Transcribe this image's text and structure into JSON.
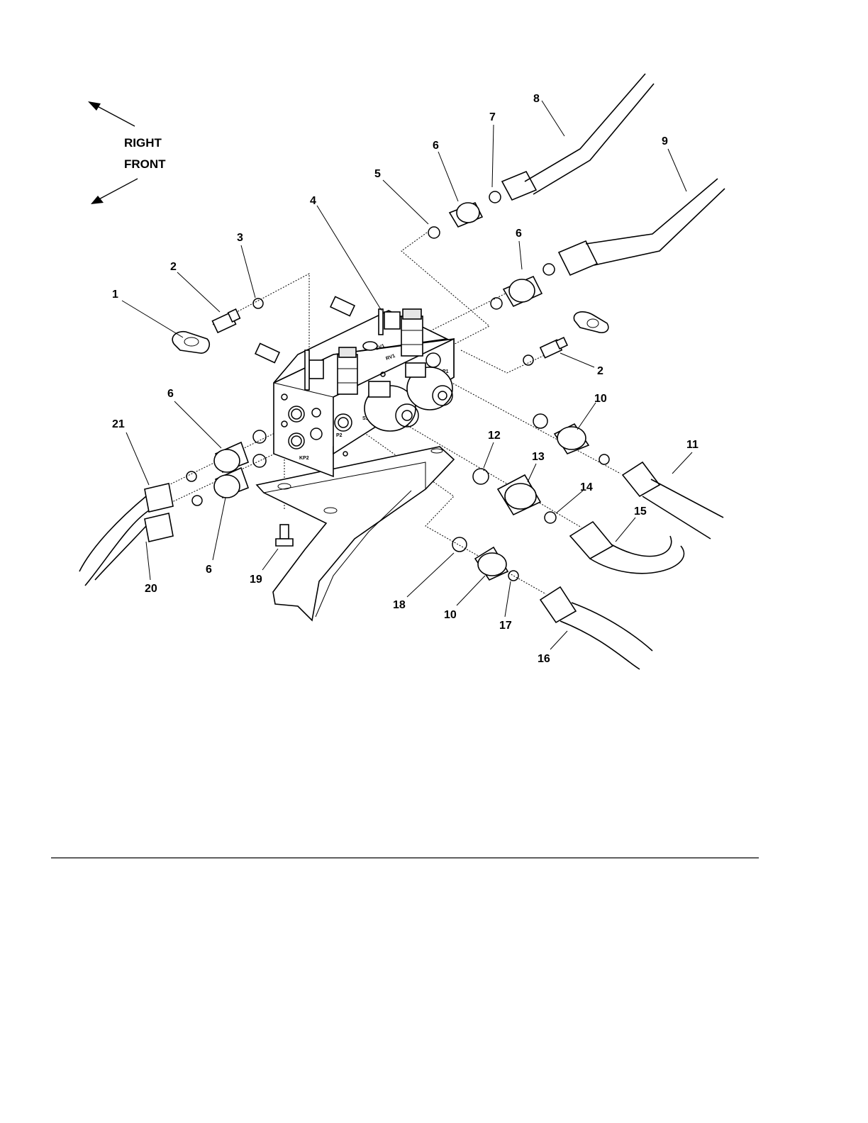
{
  "directions": {
    "right": "RIGHT",
    "front": "FRONT"
  },
  "callouts": [
    {
      "id": "c1",
      "text": "1"
    },
    {
      "id": "c2a",
      "text": "2"
    },
    {
      "id": "c2b",
      "text": "2"
    },
    {
      "id": "c3",
      "text": "3"
    },
    {
      "id": "c4",
      "text": "4"
    },
    {
      "id": "c5",
      "text": "5"
    },
    {
      "id": "c6a",
      "text": "6"
    },
    {
      "id": "c6b",
      "text": "6"
    },
    {
      "id": "c6c",
      "text": "6"
    },
    {
      "id": "c6d",
      "text": "6"
    },
    {
      "id": "c7",
      "text": "7"
    },
    {
      "id": "c8",
      "text": "8"
    },
    {
      "id": "c9",
      "text": "9"
    },
    {
      "id": "c10a",
      "text": "10"
    },
    {
      "id": "c10b",
      "text": "10"
    },
    {
      "id": "c11",
      "text": "11"
    },
    {
      "id": "c12",
      "text": "12"
    },
    {
      "id": "c13",
      "text": "13"
    },
    {
      "id": "c14",
      "text": "14"
    },
    {
      "id": "c15",
      "text": "15"
    },
    {
      "id": "c16",
      "text": "16"
    },
    {
      "id": "c17",
      "text": "17"
    },
    {
      "id": "c18",
      "text": "18"
    },
    {
      "id": "c19",
      "text": "19"
    },
    {
      "id": "c20",
      "text": "20"
    },
    {
      "id": "c21",
      "text": "21"
    }
  ],
  "manifold_marks": {
    "cv1": "CV1",
    "rv1": "RV1",
    "p1": "P1",
    "p2": "P2",
    "s1": "S1",
    "kp2": "KP2"
  }
}
